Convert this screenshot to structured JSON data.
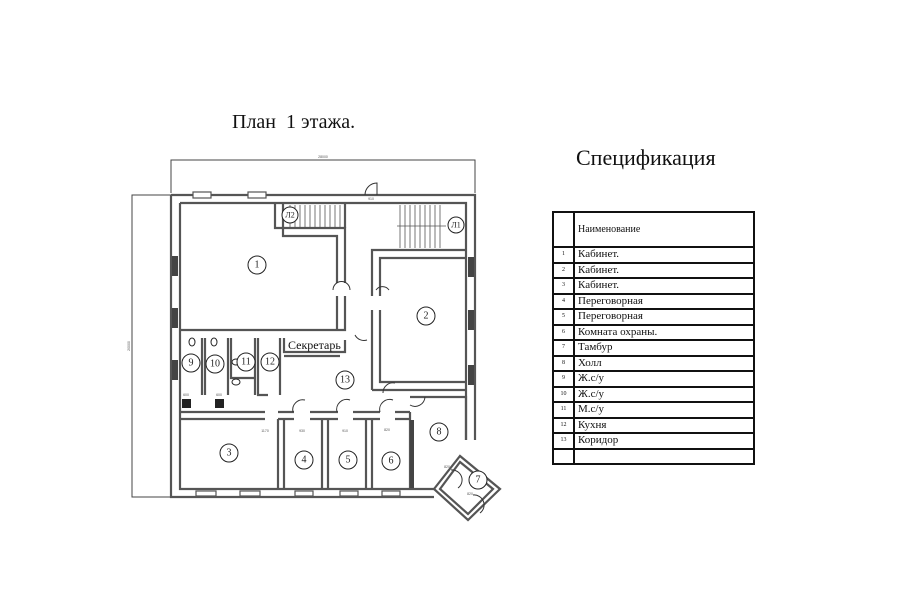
{
  "plan": {
    "title": "План  1 этажа.",
    "dimension_width": "28000",
    "dimension_height": "20000",
    "secretary_label": "Секретарь",
    "door_dims": [
      "910",
      "1170",
      "930",
      "910",
      "820"
    ],
    "tambour_door_dims": [
      "820",
      "820"
    ],
    "toilet_dims": [
      "600",
      "600"
    ],
    "stairs": [
      "Л1",
      "Л2"
    ],
    "rooms": [
      "1",
      "2",
      "3",
      "4",
      "5",
      "6",
      "7",
      "8",
      "9",
      "10",
      "11",
      "12",
      "13"
    ]
  },
  "spec": {
    "title": "Спецификация",
    "header": {
      "num": "",
      "name": "Наименование"
    },
    "rows": [
      {
        "num": "1",
        "name": "Кабинет."
      },
      {
        "num": "2",
        "name": "Кабинет."
      },
      {
        "num": "3",
        "name": "Кабинет."
      },
      {
        "num": "4",
        "name": "Переговорная"
      },
      {
        "num": "5",
        "name": "Переговорная"
      },
      {
        "num": "6",
        "name": "Комната охраны."
      },
      {
        "num": "7",
        "name": "Тамбур"
      },
      {
        "num": "8",
        "name": "Холл"
      },
      {
        "num": "9",
        "name": "Ж.с/у"
      },
      {
        "num": "10",
        "name": "Ж.с/у"
      },
      {
        "num": "11",
        "name": "М.с/у"
      },
      {
        "num": "12",
        "name": "Кухня"
      },
      {
        "num": "13",
        "name": "Коридор"
      },
      {
        "num": "",
        "name": ""
      }
    ]
  }
}
